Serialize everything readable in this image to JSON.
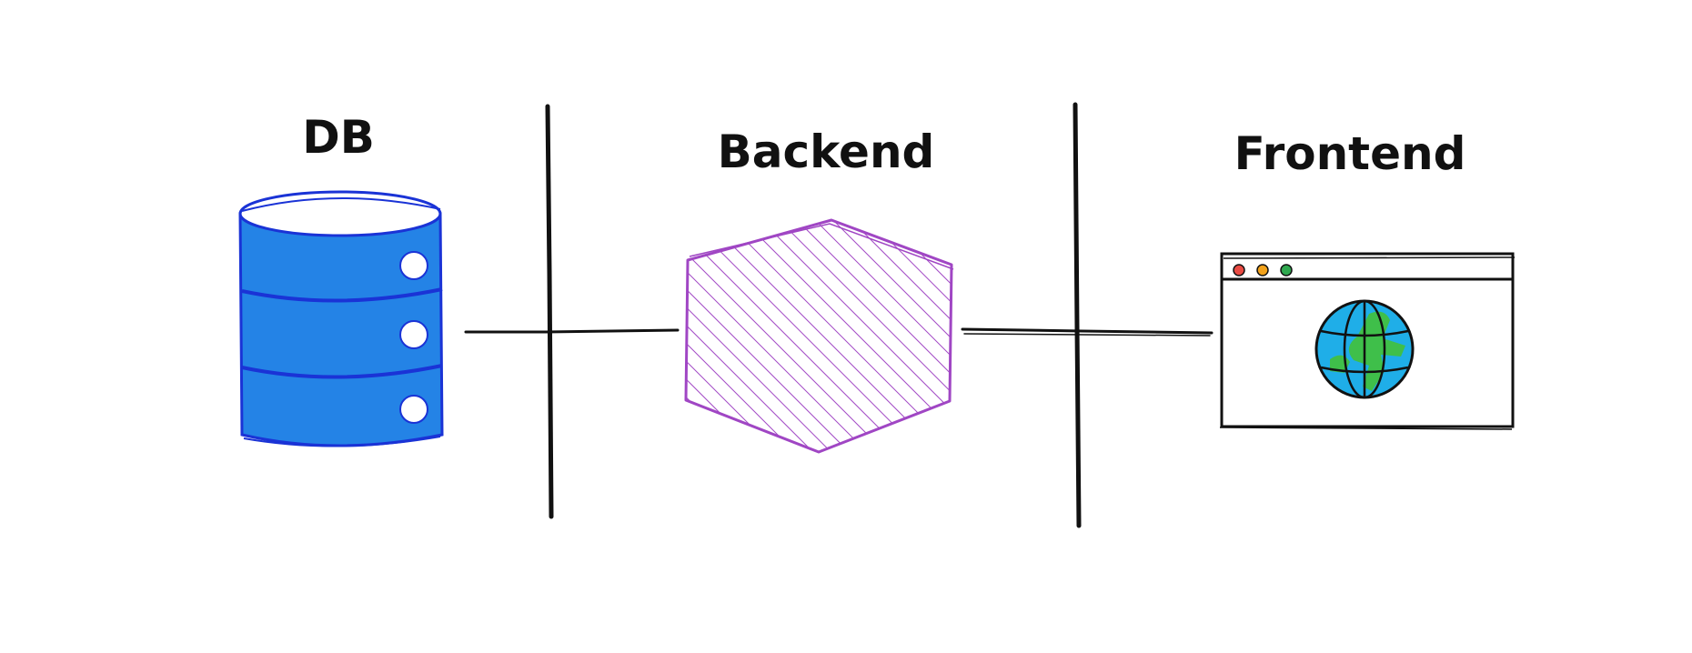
{
  "nodes": {
    "db": {
      "label": "DB",
      "icon": "database-icon",
      "color": "#2483e6",
      "stroke": "#1a33d6"
    },
    "backend": {
      "label": "Backend",
      "icon": "hexagon-icon",
      "color": "#a046c4"
    },
    "frontend": {
      "label": "Frontend",
      "icon": "browser-window-icon"
    }
  },
  "browser": {
    "dots": [
      "#e94b43",
      "#f2a21b",
      "#2fa84f"
    ],
    "globe_colors": {
      "ocean": "#1faee8",
      "land": "#3fbf4a"
    }
  },
  "line_color": "#111111"
}
